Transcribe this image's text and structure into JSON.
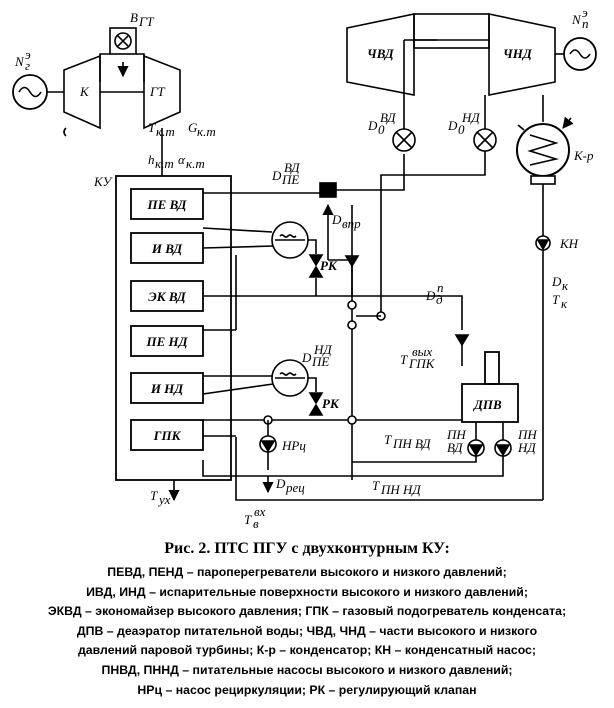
{
  "diagram": {
    "labels": {
      "k": "К",
      "gt": "ГТ",
      "b": "B",
      "b_sub": "ГТ",
      "ng": "N",
      "ng_sup": "э",
      "ng_sub": "г",
      "np": "N",
      "np_sup": "э",
      "np_sub": "п",
      "tkt": "T",
      "tkt_sub": "к.т",
      "gkt": "G",
      "gkt_sub": "к.т",
      "hkt": "h",
      "hkt_sub": "к.т",
      "akt": "α",
      "akt_sub": "к.т",
      "ku": "КУ",
      "chvd": "ЧВД",
      "chnd": "ЧНД",
      "d0vd": "D",
      "d0vd_sub": "0",
      "d0vd_sup": "ВД",
      "d0nd": "D",
      "d0nd_sub": "0",
      "d0nd_sup": "НД",
      "dpevd": "D",
      "dpevd_sub": "ПЕ",
      "dpevd_sup": "ВД",
      "dvpr": "D",
      "dvpr_sub": "впр",
      "kr": "К-р",
      "kn": "КН",
      "dk": "D",
      "dk_sub": "к",
      "tk": "T",
      "tk_sub": "к",
      "dd": "D",
      "dd_sub": "д",
      "dd_sup": "п",
      "tgpk": "T",
      "tgpk_sub": "ГПК",
      "tgpk_sup": "вых",
      "dpend": "D",
      "dpend_sub": "ПЕ",
      "dpend_sup": "НД",
      "rk1": "РК",
      "rk2": "РК",
      "dpv": "ДПВ",
      "tpnvd": "T",
      "tpnvd_sub": "ПН ВД",
      "pnvd_1": "ПН",
      "pnvd_2": "ВД",
      "pnnd_1": "ПН",
      "pnnd_2": "НД",
      "nrc": "НРц",
      "drec": "D",
      "drec_sub": "рец",
      "tpnnd": "T",
      "tpnnd_sub": "ПН НД",
      "tukh": "T",
      "tukh_sub": "ух",
      "tv": "T",
      "tv_sub": "в",
      "tv_sup": "вх"
    },
    "ku_blocks": [
      "ПЕ ВД",
      "И ВД",
      "ЭК ВД",
      "ПЕ НД",
      "И НД",
      "ГПК"
    ]
  },
  "caption": {
    "title": "Рис. 2. ПТС ПГУ с двухконтурным КУ:",
    "lines": [
      "ПЕВД, ПЕНД – пароперегреватели высокого и низкого давлений;",
      "ИВД, ИНД – испарительные поверхности высокого и низкого давлений;",
      "ЭКВД – экономайзер высокого давления; ГПК – газовый подогреватель конденсата;",
      "ДПВ – деаэратор питательной воды; ЧВД, ЧНД – части высокого и низкого",
      "давлений паровой турбины; К-р – конденсатор; КН – конденсатный насос;",
      "ПНВД, ПННД – питательные насосы высокого и низкого давлений;",
      "НРц – насос рециркуляции; РК – регулирующий клапан"
    ]
  }
}
